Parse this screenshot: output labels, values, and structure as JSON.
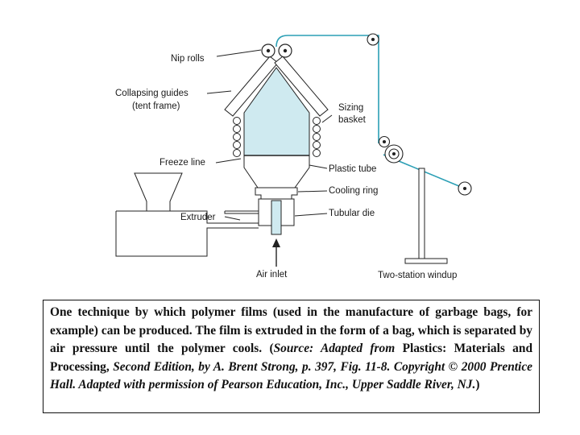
{
  "diagram": {
    "labels": {
      "nip_rolls": "Nip rolls",
      "collapsing_guides_line1": "Collapsing guides",
      "collapsing_guides_line2": "(tent frame)",
      "sizing_line1": "Sizing",
      "sizing_line2": "basket",
      "freeze_line": "Freeze line",
      "plastic_tube": "Plastic tube",
      "cooling_ring": "Cooling ring",
      "extruder": "Extruder",
      "tubular_die": "Tubular die",
      "air_inlet": "Air inlet",
      "windup": "Two-station windup"
    },
    "colors": {
      "bubble_fill": "#cfeaf0",
      "film_line": "#2b9fb5",
      "outline": "#222222"
    }
  },
  "caption": {
    "part1": "One technique by which polymer films (used in the manufacture of garbage bags, for example) can be produced. The film is extruded in the form of a bag, which is separated by air pressure until the polymer cools. (",
    "source_prefix": "Source: Adapted from ",
    "book_title": "Plastics: Materials and Processing,",
    "source_rest": " Second Edition, by A. Brent Strong, p. 397, Fig. 11-8. Copyright © 2000 Prentice Hall. Adapted with permission of Pearson Education, Inc., Upper Saddle River, NJ.",
    "close_paren": ")"
  }
}
